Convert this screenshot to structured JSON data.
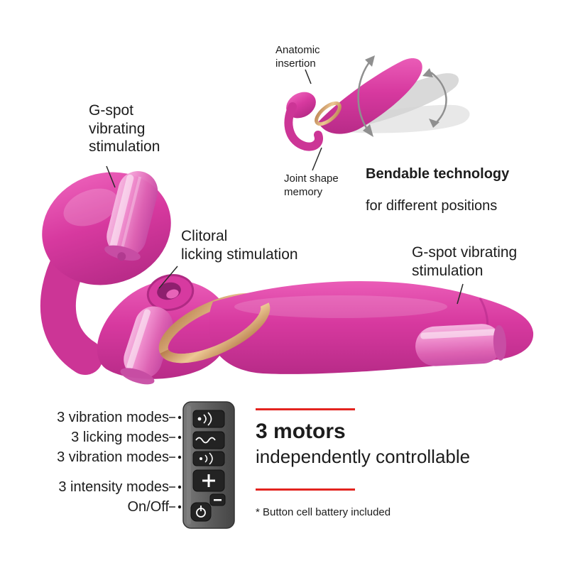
{
  "colors": {
    "product_pink": "#d73aa0",
    "product_pink_dark": "#b02a84",
    "motor_pink": "#f0a2d6",
    "rose_gold": "#d8a06b",
    "accent_red": "#e3241f",
    "remote_gray": "#585858",
    "ghost_gray": "#dcdcdc"
  },
  "bendable_section": {
    "anatomic_insertion": "Anatomic\ninsertion",
    "joint_shape_memory": "Joint shape\nmemory",
    "title": "Bendable technology",
    "subtitle": "for different positions"
  },
  "feature_labels": {
    "gspot_left": "G-spot\nvibrating\nstimulation",
    "clitoral": "Clitoral\nlicking stimulation",
    "gspot_right": "G-spot vibrating\nstimulation"
  },
  "remote_section": {
    "modes": [
      "3 vibration modes",
      "3 licking modes",
      "3 vibration modes",
      "3 intensity modes",
      "On/Off"
    ],
    "icons": [
      "vibration-icon",
      "licking-wave-icon",
      "vibration-icon",
      "plus-icon",
      "minus-icon",
      "power-icon"
    ]
  },
  "motors_section": {
    "title": "3 motors",
    "subtitle": "independently controllable",
    "footnote": "* Button cell battery included"
  }
}
